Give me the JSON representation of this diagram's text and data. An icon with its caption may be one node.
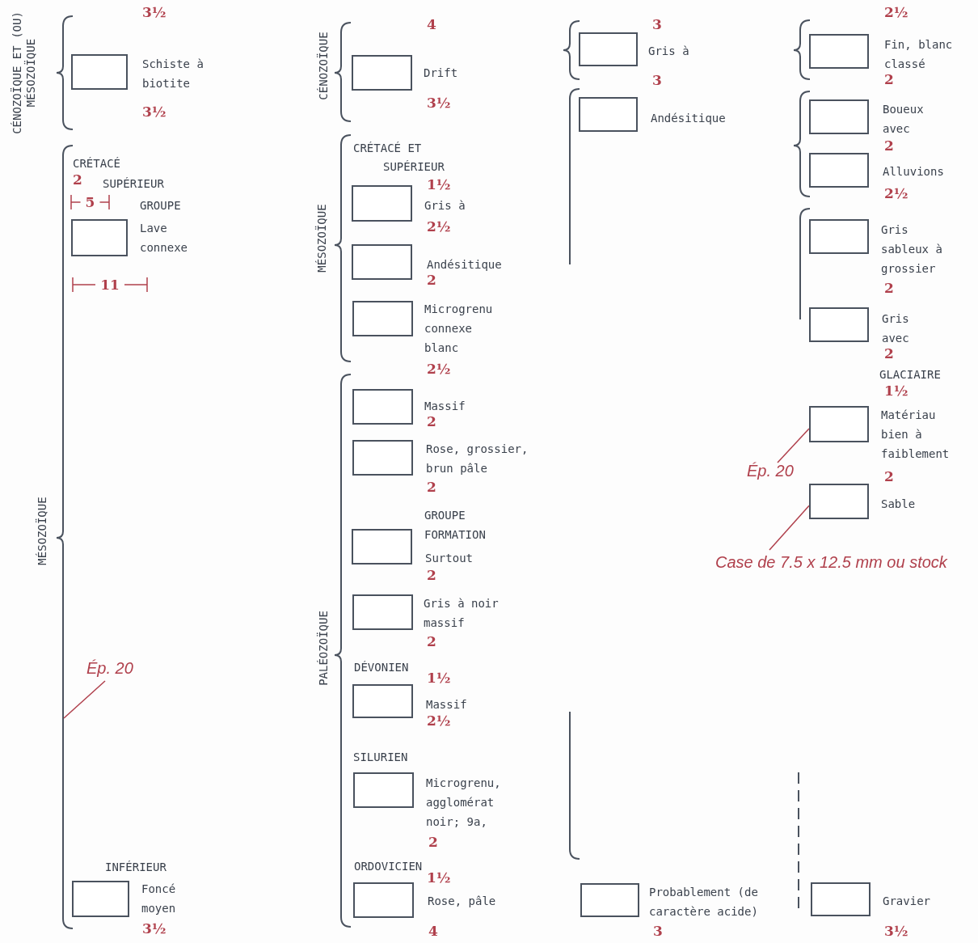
{
  "diagram": {
    "nodes": [
      {
        "text": [],
        "shape": "box"
      },
      {
        "text": [],
        "shape": "box"
      },
      {
        "text": [
          "Ép. 20"
        ]
      },
      {
        "text": [],
        "shape": "box"
      },
      {
        "text": [],
        "shape": "box"
      },
      {
        "text": [],
        "shape": "box"
      },
      {
        "text": [],
        "shape": "box"
      },
      {
        "text": [],
        "shape": "box"
      },
      {
        "text": [],
        "shape": "box"
      },
      {
        "text": [],
        "shape": "box"
      },
      {
        "text": [],
        "shape": "box"
      },
      {
        "text": [],
        "shape": "box"
      },
      {
        "text": [],
        "shape": "box"
      },
      {
        "text": [],
        "shape": "box"
      },
      {
        "text": [],
        "shape": "box"
      },
      {
        "text": [],
        "shape": "box"
      },
      {
        "text": [],
        "shape": "box"
      },
      {
        "text": [],
        "shape": "box"
      },
      {
        "text": [],
        "shape": "box"
      },
      {
        "text": [],
        "shape": "box"
      },
      {
        "text": [],
        "shape": "box"
      },
      {
        "text": [],
        "shape": "box"
      },
      {
        "text": [],
        "shape": "box"
      },
      {
        "text": [],
        "shape": "box"
      },
      {
        "text": [
          "Ép. 20"
        ]
      },
      {
        "text": [],
        "shape": "box"
      },
      {
        "text": [
          "Case de 7.5 x 12.5 mm ou stock"
        ]
      },
      {
        "text": [],
        "shape": "box"
      }
    ],
    "edges": [
      {
        "from": 2,
        "to": null,
        "arrow": "none"
      },
      {
        "from": 24,
        "to": 23,
        "arrow": "none"
      },
      {
        "from": 26,
        "to": 25,
        "arrow": "none"
      }
    ],
    "labels": [
      "CÉNOZOÏQUE ET (OU) MÉSOZOÏQUE",
      "3½",
      "Schiste à biotite",
      "3½",
      "MÉSOZOÏQUE",
      "CRÉTACÉ",
      "2",
      "SUPÉRIEUR",
      "5",
      "GROUPE",
      "Lave connexe",
      "11",
      "INFÉRIEUR",
      "Foncé moyen",
      "3½",
      "CÉNOZOÏQUE",
      "4",
      "Drift",
      "3½",
      "MÉSOZOÏQUE",
      "CRÉTACÉ ET SUPÉRIEUR",
      "1½",
      "Gris à",
      "2½",
      "Andésitique",
      "2",
      "Microgrenu connexe blanc",
      "2½",
      "PALÉOZOÏQUE",
      "Massif",
      "2",
      "Rose, grossier, brun pâle",
      "2",
      "GROUPE",
      "FORMATION",
      "Surtout",
      "2",
      "Gris à noir massif",
      "2",
      "DÉVONIEN",
      "1½",
      "Massif",
      "2½",
      "SILURIEN",
      "Microgrenu, agglomérat noir; 9a,",
      "2",
      "ORDOVICIEN",
      "1½",
      "Rose, pâle",
      "4",
      "3",
      "Gris à",
      "3",
      "Andésitique",
      "Probablement (de caractère acide)",
      "3",
      "2½",
      "Fin, blanc classé",
      "2",
      "Boueux avec",
      "2",
      "Alluvions",
      "2½",
      "Gris sableux à grossier",
      "2",
      "Gris avec",
      "2",
      "GLACIAIRE",
      "1½",
      "Matériau bien à faiblement",
      "2",
      "Sable",
      "Gravier",
      "3½"
    ]
  }
}
